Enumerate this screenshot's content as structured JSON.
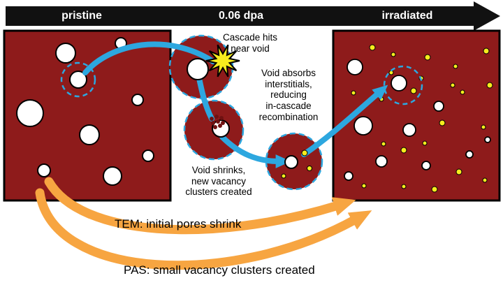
{
  "banner": {
    "stages": [
      "pristine",
      "0.06 dpa",
      "irradiated"
    ]
  },
  "annotations": {
    "cascade": "Cascade hits\nnear void",
    "absorb": "Void absorbs\ninterstitials,\nreducing\nin-cascade\nrecombination",
    "shrink": "Void shrinks,\nnew vacancy\nclusters created",
    "tem": "TEM: initial pores shrink",
    "pas": "PAS: small vacancy clusters created"
  },
  "colors": {
    "matrix_maroon": "#8e1b1b",
    "trajectory_blue": "#2da7df",
    "cascade_yellow": "#f7ec1e",
    "callout_orange": "#f7a541",
    "banner_black": "#111111"
  },
  "icons": {
    "cascade_star": "starburst-icon",
    "timeline": "right-arrow-banner-icon"
  }
}
